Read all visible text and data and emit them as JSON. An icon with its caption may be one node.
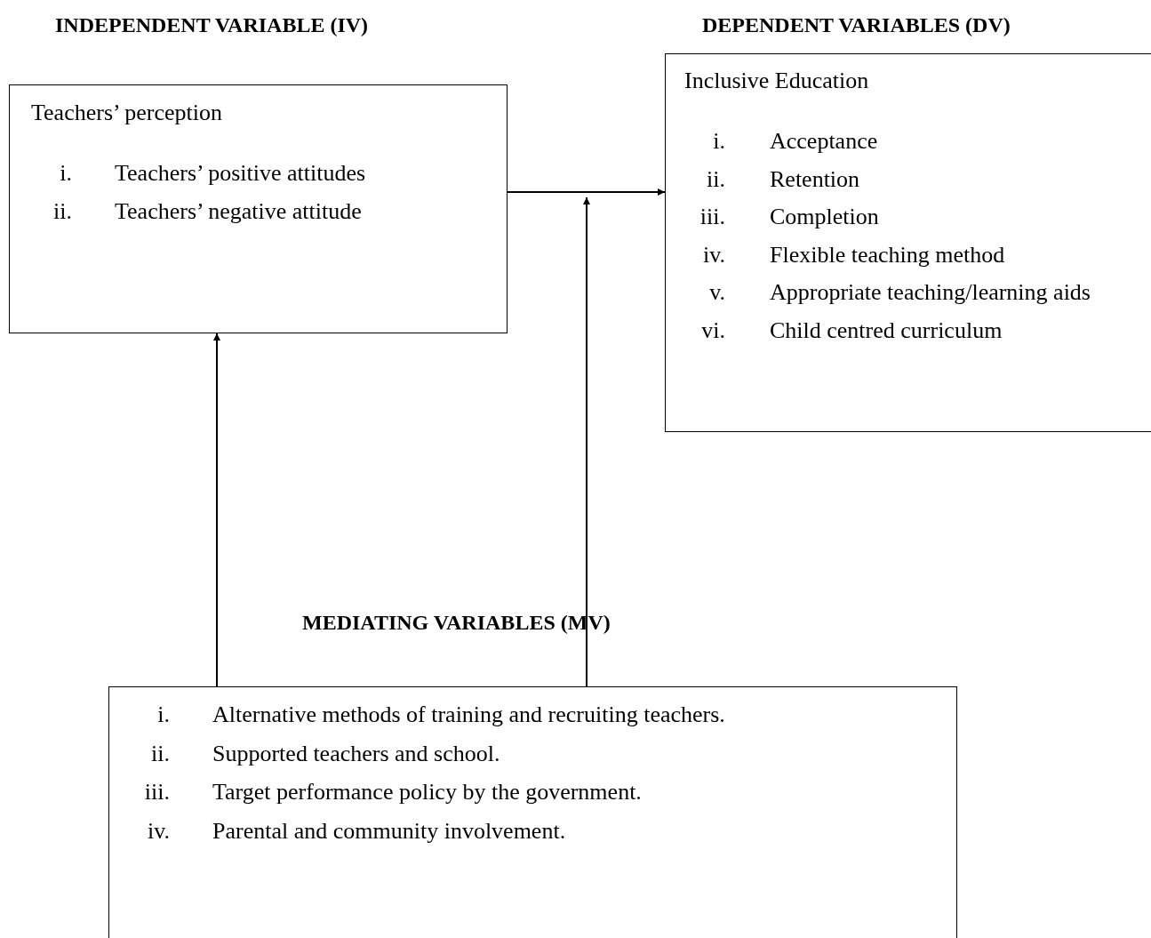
{
  "diagram": {
    "nodes": [
      {
        "text": [
          "INDEPENDENT VARIABLE (IV)",
          "Teachers’ perception",
          "i. Teachers’ positive attitudes",
          "ii. Teachers’ negative attitude"
        ]
      },
      {
        "text": [
          "DEPENDENT VARIABLES (DV)",
          "Inclusive Education",
          "i. Acceptance",
          "ii. Retention",
          "iii. Completion",
          "iv. Flexible teaching method",
          "v. Appropriate teaching/learning aids",
          "vi. Child centred curriculum"
        ]
      },
      {
        "text": [
          "MEDIATING VARIABLES (MV)",
          "i. Alternative methods of training and recruiting teachers.",
          "ii. Supported teachers and school.",
          "iii. Target performance policy by the government.",
          "iv. Parental and community involvement."
        ]
      }
    ],
    "edges": [
      {
        "from": 0,
        "to": 1,
        "arrow": "to"
      },
      {
        "from": 2,
        "to": 0,
        "arrow": "to"
      },
      {
        "from": 2,
        "to": null,
        "arrow": "to"
      }
    ]
  }
}
